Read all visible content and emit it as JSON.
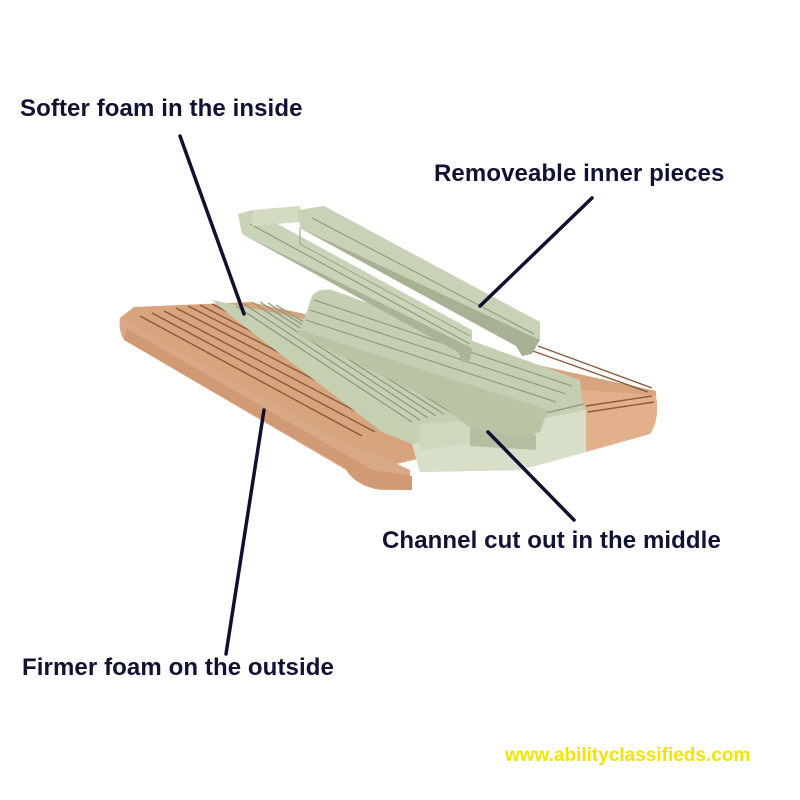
{
  "labels": {
    "softer": "Softer foam in the inside",
    "removeable": "Removeable inner pieces",
    "channel": "Channel cut out in the middle",
    "firmer": "Firmer foam on the outside"
  },
  "watermark": "www.abilityclassifieds.com",
  "colors": {
    "firm_foam": "#d4a07a",
    "firm_foam_edge": "#e7b48e",
    "soft_foam": "#c8d2b6",
    "soft_foam_shadow": "#a9b59a",
    "leader_line": "#101030",
    "label_text": "#111133",
    "watermark": "#f2e400"
  }
}
